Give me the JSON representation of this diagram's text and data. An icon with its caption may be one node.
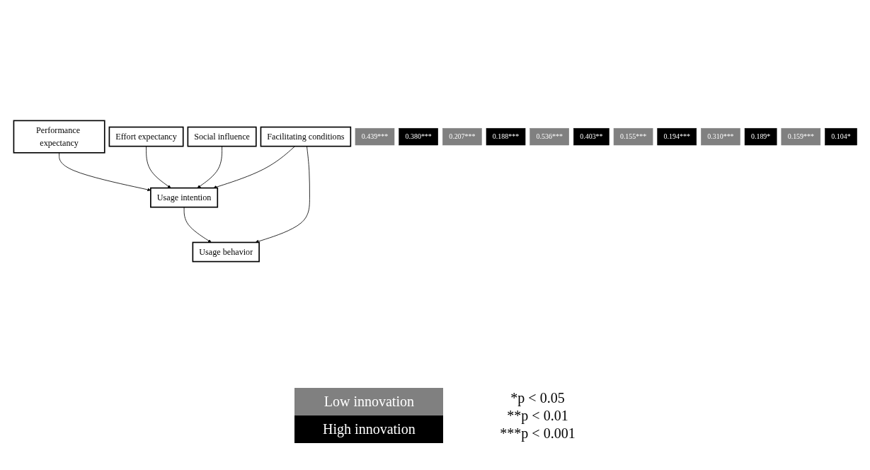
{
  "diagram": {
    "nodes": [
      {
        "text": [
          "Performance expectancy"
        ]
      },
      {
        "text": [
          "Effort expectancy"
        ]
      },
      {
        "text": [
          "Social influence"
        ]
      },
      {
        "text": [
          "Facilitating conditions"
        ]
      },
      {
        "text": [
          "Usage intention"
        ]
      },
      {
        "text": [
          "Usage behavior"
        ]
      },
      {
        "text": [
          "0.439***"
        ]
      },
      {
        "text": [
          "0.380***"
        ]
      },
      {
        "text": [
          "0.207***"
        ]
      },
      {
        "text": [
          "0.188***"
        ]
      },
      {
        "text": [
          "0.536***"
        ]
      },
      {
        "text": [
          "0.403**"
        ]
      },
      {
        "text": [
          "0.155***"
        ]
      },
      {
        "text": [
          "0.194***"
        ]
      },
      {
        "text": [
          "0.310***"
        ]
      },
      {
        "text": [
          "0.189*"
        ]
      },
      {
        "text": [
          "0.159***"
        ]
      },
      {
        "text": [
          "0.104*"
        ]
      }
    ],
    "edges": [
      {
        "from": 0,
        "to": 4,
        "arrow": "to"
      },
      {
        "from": 1,
        "to": 4,
        "arrow": "to"
      },
      {
        "from": 2,
        "to": 4,
        "arrow": "to"
      },
      {
        "from": 3,
        "to": 4,
        "arrow": "to"
      },
      {
        "from": 4,
        "to": 5,
        "arrow": "to"
      },
      {
        "from": 3,
        "to": 5,
        "arrow": "to"
      }
    ],
    "labels": [
      "*p < 0.05",
      "**p < 0.01",
      "***p < 0.001"
    ],
    "legend": [
      {
        "text": "Low innovation",
        "color": "#808080"
      },
      {
        "text": "High innovation",
        "color": "#000000"
      }
    ]
  }
}
